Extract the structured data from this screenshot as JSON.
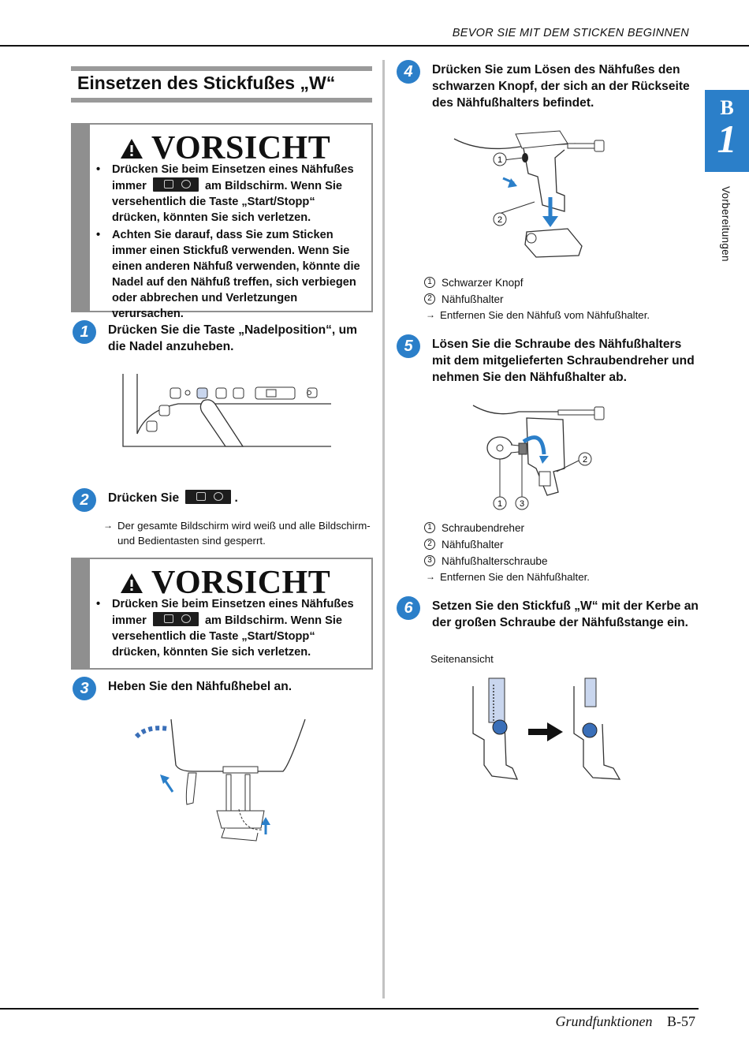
{
  "header": {
    "running_title": "BEVOR SIE MIT DEM STICKEN BEGINNEN"
  },
  "chapter_tab": {
    "letter": "B",
    "number": "1"
  },
  "side_label": "Vorbereitungen",
  "section_title": "Einsetzen des Stickfußes „W“",
  "caution_label": "VORSICHT",
  "caution_1": {
    "item_1_a": "Drücken Sie beim Einsetzen eines Nähfußes immer",
    "item_1_b": "am Bildschirm. Wenn Sie versehentlich die Taste „Start/Stopp“ drücken, könnten Sie sich verletzen.",
    "item_2": "Achten Sie darauf, dass Sie zum Sticken immer einen Stickfuß verwenden. Wenn Sie einen anderen Nähfuß verwenden, könnte die Nadel auf den Nähfuß treffen, sich verbiegen oder abbrechen und Verletzungen verursachen."
  },
  "caution_2": {
    "item_1_a": "Drücken Sie beim Einsetzen eines Nähfußes immer",
    "item_1_b": "am Bildschirm. Wenn Sie versehentlich die Taste „Start/Stopp“ drücken, könnten Sie sich verletzen."
  },
  "steps": [
    {
      "num": "1",
      "text": "Drücken Sie die Taste „Nadelposition“, um die Nadel anzuheben."
    },
    {
      "num": "2",
      "text": "Drücken Sie",
      "text_end": ".",
      "note": "Der gesamte Bildschirm wird weiß und alle Bildschirm- und Bedientasten sind gesperrt."
    },
    {
      "num": "3",
      "text": "Heben Sie den Nähfußhebel an."
    },
    {
      "num": "4",
      "text": "Drücken Sie zum Lösen des Nähfußes den schwarzen Knopf, der sich an der Rückseite des Nähfußhalters befindet.",
      "legend": [
        "Schwarzer Knopf",
        "Nähfußhalter"
      ],
      "note": "Entfernen Sie den Nähfuß vom Nähfußhalter."
    },
    {
      "num": "5",
      "text": "Lösen Sie die Schraube des Nähfußhalters mit dem mitgelieferten Schraubendreher und nehmen Sie den Nähfußhalter ab.",
      "legend": [
        "Schraubendreher",
        "Nähfußhalter",
        "Nähfußhalterschraube"
      ],
      "note": "Entfernen Sie den Nähfußhalter."
    },
    {
      "num": "6",
      "text": "Setzen Sie den Stickfuß „W“ mit der Kerbe an der großen Schraube der Nähfußstange ein.",
      "sublabel": "Seitenansicht"
    }
  ],
  "callouts": [
    "1",
    "2",
    "3"
  ],
  "footer": {
    "section": "Grundfunktionen",
    "page": "B-57"
  },
  "colors": {
    "accent_blue": "#2b7fc9",
    "caution_gray": "#8f8f8f"
  }
}
